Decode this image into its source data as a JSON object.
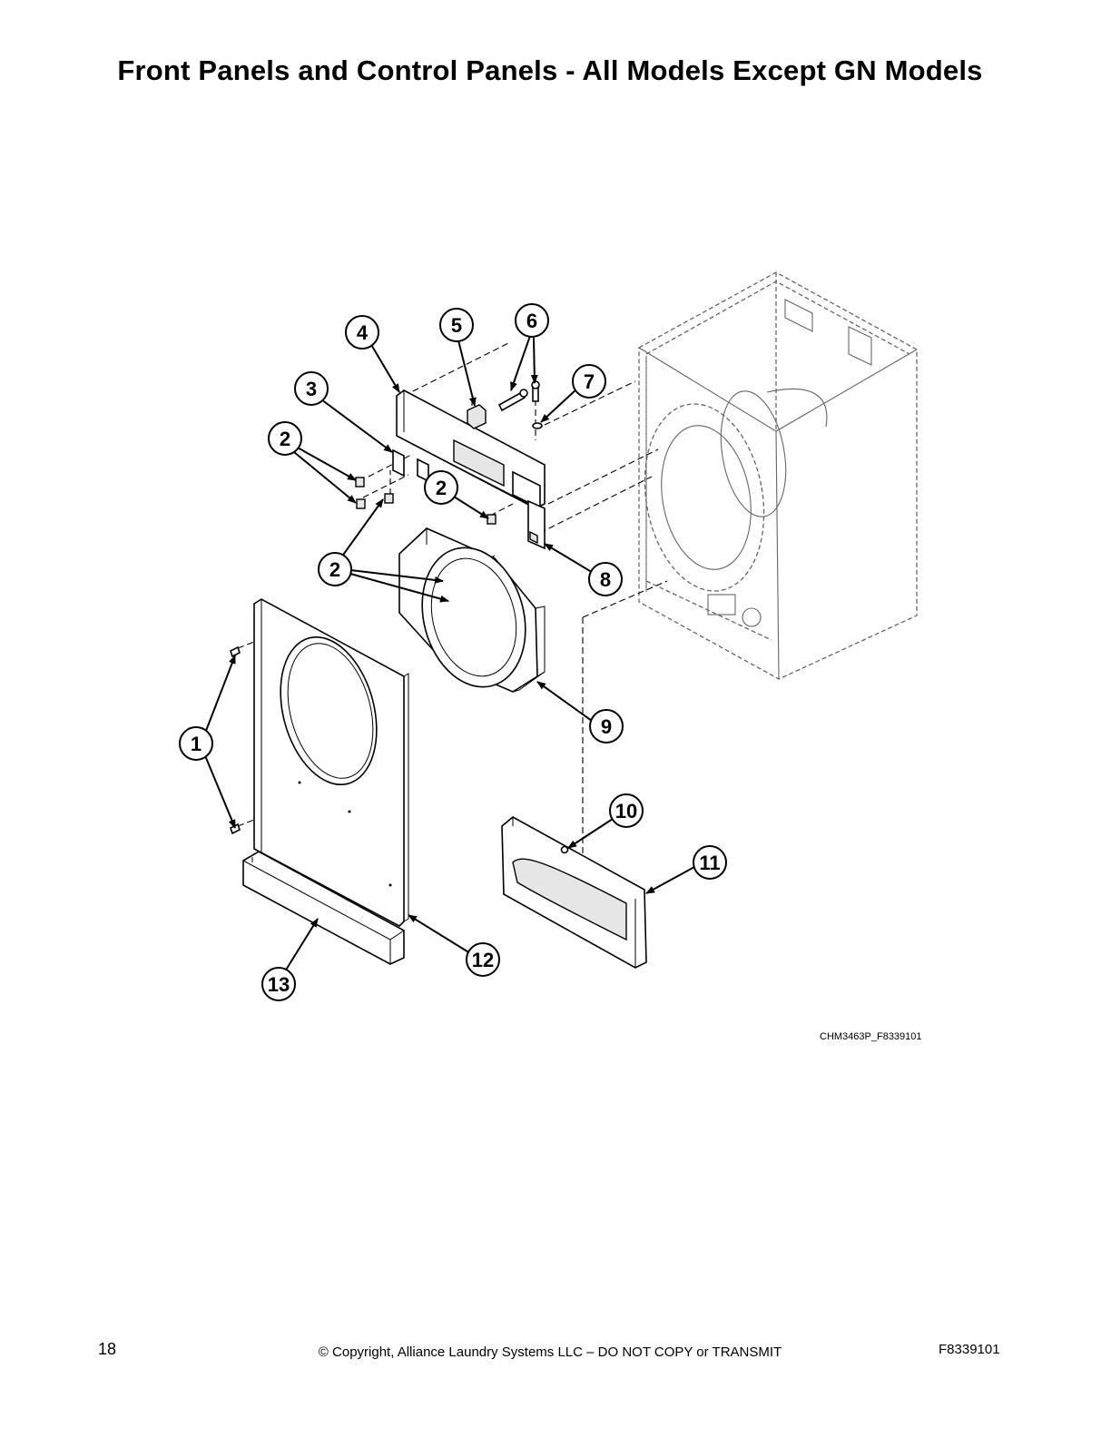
{
  "title": "Front Panels and Control Panels -  All Models Except GN Models",
  "callouts": [
    "1",
    "2",
    "2",
    "2",
    "3",
    "4",
    "5",
    "6",
    "7",
    "8",
    "9",
    "10",
    "11",
    "12",
    "13"
  ],
  "reference_code": "CHM3463P_F8339101",
  "footer": {
    "page_number": "18",
    "copyright": "© Copyright, Alliance Laundry Systems LLC – DO NOT COPY or TRANSMIT",
    "document_number": "F8339101"
  }
}
